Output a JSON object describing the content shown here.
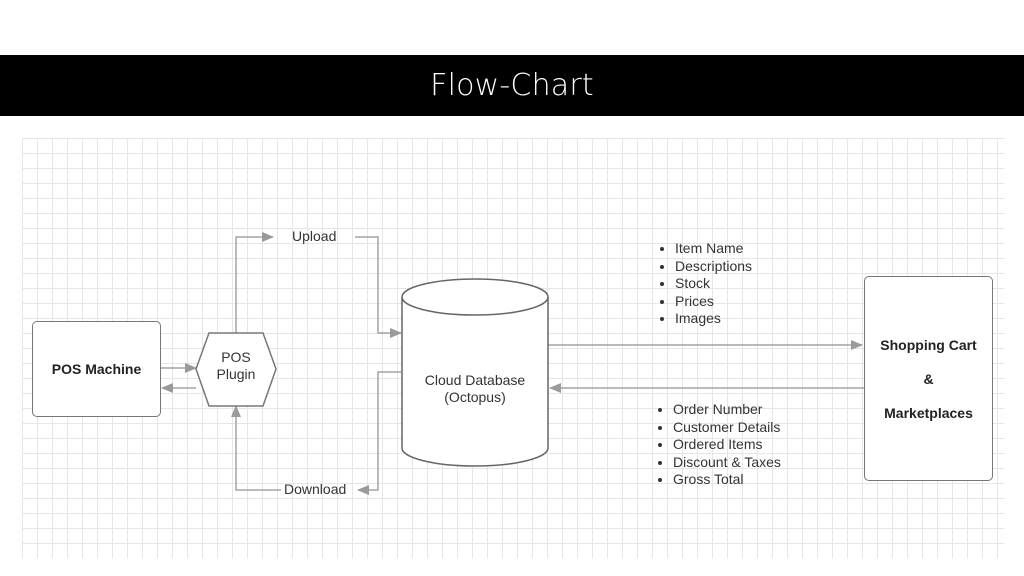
{
  "slide": {
    "title": "Flow-Chart"
  },
  "nodes": {
    "pos_machine": "POS Machine",
    "pos_plugin_line1": "POS",
    "pos_plugin_line2": "Plugin",
    "cloud_db_line1": "Cloud Database",
    "cloud_db_line2": "(Octopus)",
    "cart_line1": "Shopping Cart",
    "cart_line2": "&",
    "cart_line3": "Marketplaces"
  },
  "edges": {
    "upload": "Upload",
    "download": "Download"
  },
  "product_fields": [
    "Item Name",
    "Descriptions",
    "Stock",
    "Prices",
    "Images"
  ],
  "order_fields": [
    "Order Number",
    "Customer Details",
    "Ordered Items",
    "Discount & Taxes",
    "Gross Total"
  ],
  "colors": {
    "title_bar": "#000000",
    "title_text": "#ffffff",
    "stroke": "#777777",
    "arrow": "#9a9a9a",
    "grid": "#e6e6e6"
  }
}
